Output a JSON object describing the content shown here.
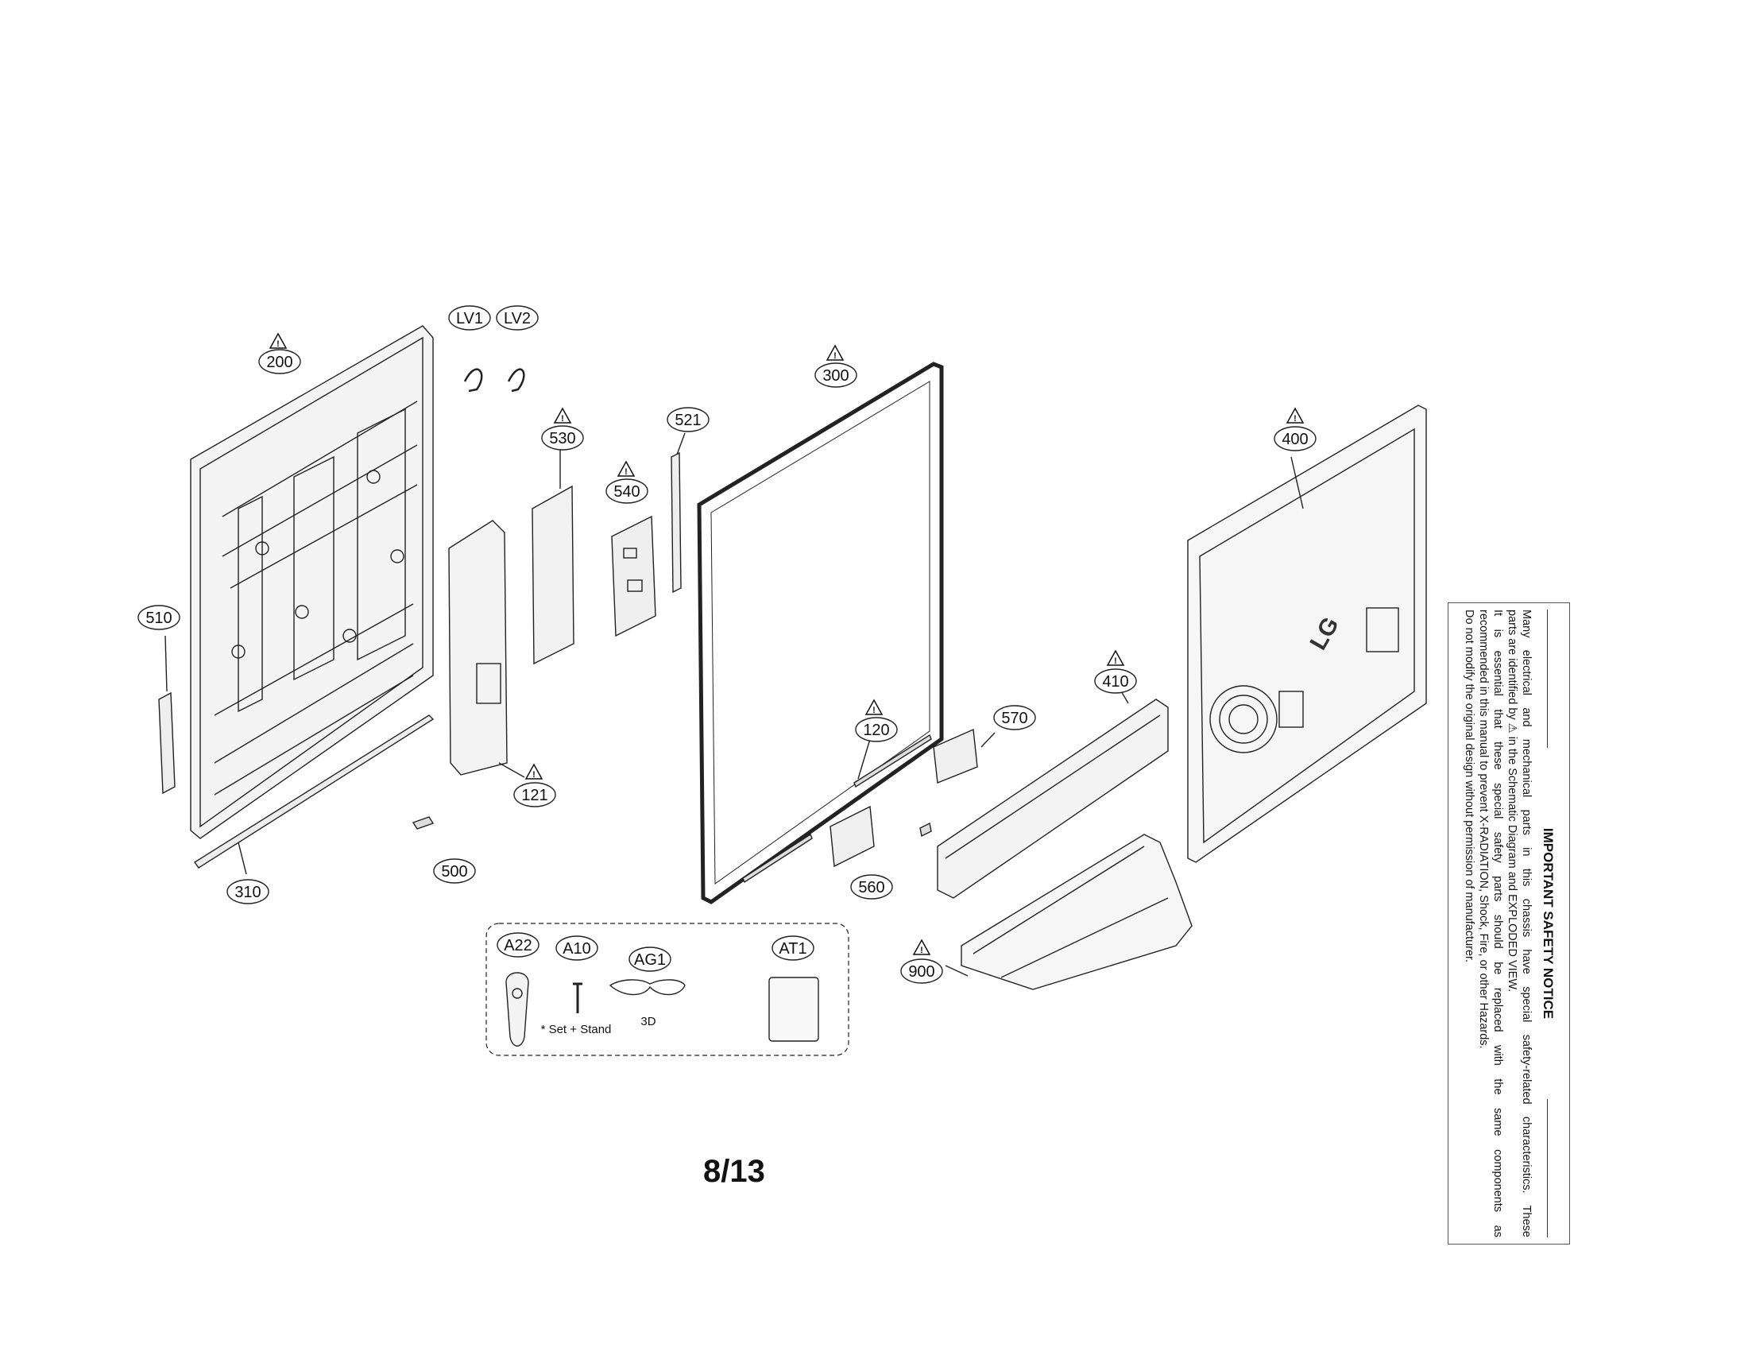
{
  "part_labels": {
    "p200": "200",
    "p510": "510",
    "p310": "310",
    "lv1": "LV1",
    "lv2": "LV2",
    "p530": "530",
    "p540": "540",
    "p521": "521",
    "p121": "121",
    "p500": "500",
    "p300": "300",
    "p120": "120",
    "p560": "560",
    "p570": "570",
    "p400": "400",
    "p410": "410",
    "p900": "900",
    "a22": "A22",
    "a10": "A10",
    "ag1": "AG1",
    "at1": "AT1"
  },
  "warning_mark": "!",
  "accessory_captions": {
    "set_stand": "* Set + Stand",
    "glasses": "3D"
  },
  "logo_text": "LG",
  "page_number": "8/13",
  "notice": {
    "title": "IMPORTANT SAFETY NOTICE",
    "lines": [
      "Many electrical and mechanical parts in this chassis have special safety-related characteristics. These",
      "parts are identified by ⚠ in the Schematic Diagram and EXPLODED VIEW.",
      "It is essential that these special safety parts should be replaced with the same components as",
      "recommended in this manual to prevent X-RADIATION, Shock, Fire, or other Hazards.",
      "Do not modify the original design without permission of manufacturer."
    ]
  }
}
